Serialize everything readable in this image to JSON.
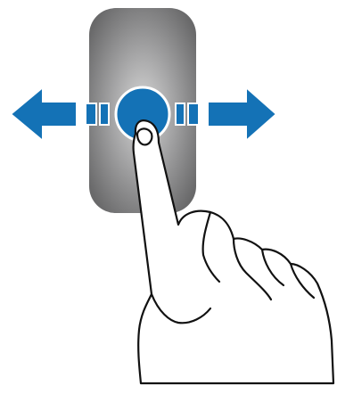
{
  "illustration": {
    "gesture": "swipe-horizontal",
    "icons": [
      "swipe-track",
      "touch-button",
      "left-arrow",
      "right-arrow",
      "finger-hand"
    ]
  },
  "colors": {
    "background": "#ffffff",
    "track_outer": "#6b6b6c",
    "track_glow": "#d4d4d4",
    "accent_blue": "#1472b6",
    "outline": "#ffffff",
    "hand_fill": "#ffffff",
    "hand_stroke": "#111111"
  }
}
